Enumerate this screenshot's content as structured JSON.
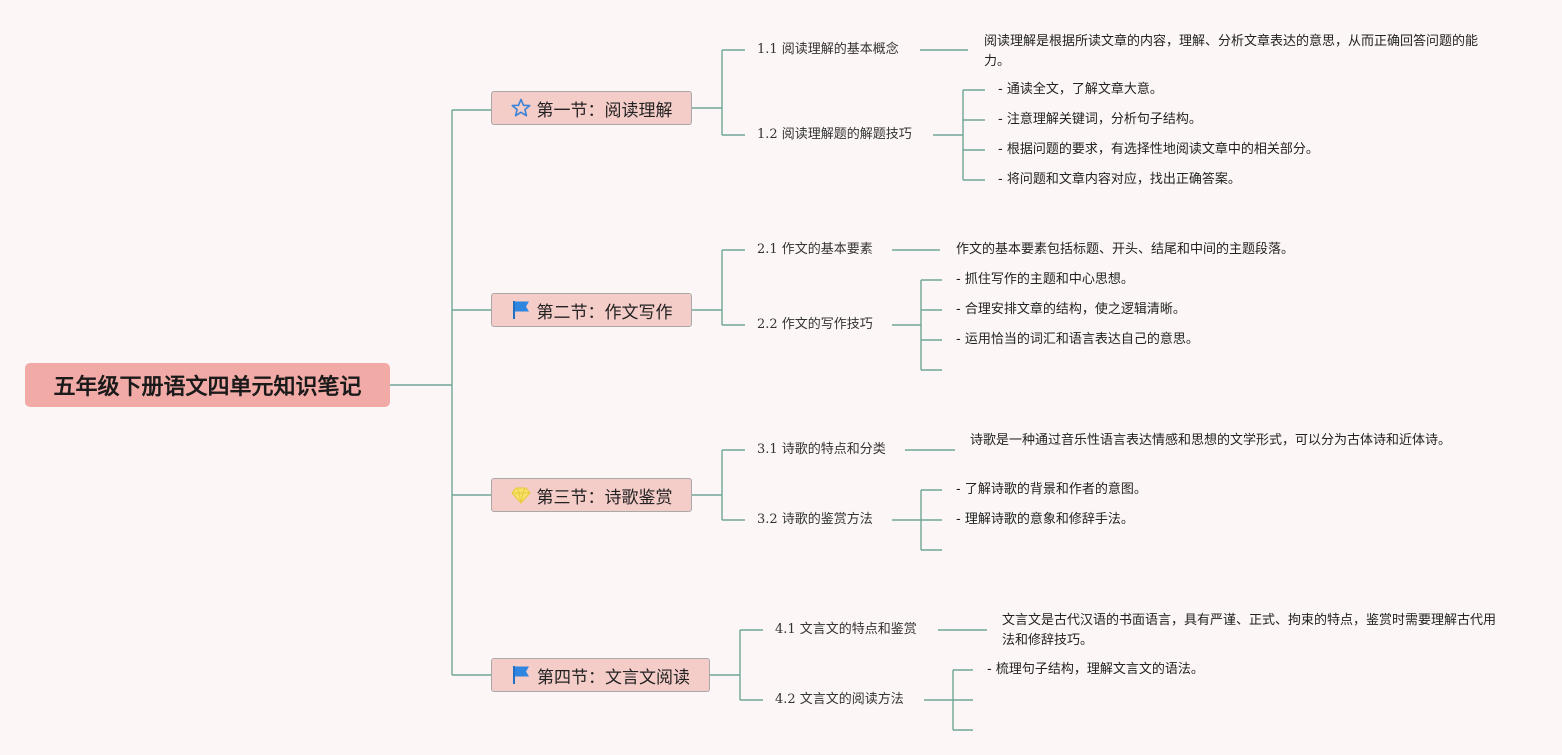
{
  "root": {
    "title": "五年级下册语文四单元知识笔记"
  },
  "sections": [
    {
      "title": "第一节：阅读理解",
      "icon": "star-icon",
      "subs": [
        {
          "label": "1.1 阅读理解的基本概念",
          "leaves": [
            "阅读理解是根据所读文章的内容，理解、分析文章表达的意思，从而正确回答问题的能力。"
          ]
        },
        {
          "label": "1.2 阅读理解题的解题技巧",
          "leaves": [
            "- 通读全文，了解文章大意。",
            "- 注意理解关键词，分析句子结构。",
            "- 根据问题的要求，有选择性地阅读文章中的相关部分。",
            "- 将问题和文章内容对应，找出正确答案。"
          ]
        }
      ]
    },
    {
      "title": "第二节：作文写作",
      "icon": "flag-icon",
      "subs": [
        {
          "label": "2.1 作文的基本要素",
          "leaves": [
            "作文的基本要素包括标题、开头、结尾和中间的主题段落。"
          ]
        },
        {
          "label": "2.2 作文的写作技巧",
          "leaves": [
            "- 抓住写作的主题和中心思想。",
            "- 合理安排文章的结构，使之逻辑清晰。",
            "- 运用恰当的词汇和语言表达自己的意思。",
            ""
          ]
        }
      ]
    },
    {
      "title": "第三节：诗歌鉴赏",
      "icon": "gem-icon",
      "subs": [
        {
          "label": "3.1 诗歌的特点和分类",
          "leaves": [
            "诗歌是一种通过音乐性语言表达情感和思想的文学形式，可以分为古体诗和近体诗。"
          ]
        },
        {
          "label": "3.2 诗歌的鉴赏方法",
          "leaves": [
            "- 了解诗歌的背景和作者的意图。",
            "- 理解诗歌的意象和修辞手法。",
            ""
          ]
        }
      ]
    },
    {
      "title": "第四节：文言文阅读",
      "icon": "flag-icon",
      "subs": [
        {
          "label": "4.1 文言文的特点和鉴赏",
          "leaves": [
            "文言文是古代汉语的书面语言，具有严谨、正式、拘束的特点，鉴赏时需要理解古代用法和修辞技巧。"
          ]
        },
        {
          "label": "4.2 文言文的阅读方法",
          "leaves": [
            "- 梳理句子结构，理解文言文的语法。",
            "",
            ""
          ]
        }
      ]
    }
  ],
  "colors": {
    "line": "#6fa595",
    "root_bg": "#f2aaa6",
    "section_bg": "#f4ccc8",
    "background": "#fcf6f6"
  }
}
